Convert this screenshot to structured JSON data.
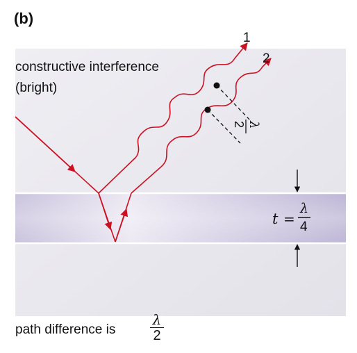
{
  "figure_label": "(b)",
  "caption": {
    "line1": "constructive interference",
    "line2": "(bright)"
  },
  "rays": {
    "ray1_label": "1",
    "ray2_label": "2",
    "ray_color": "#cc1122"
  },
  "thickness": {
    "var": "t",
    "equals": "=",
    "numerator": "λ",
    "denominator": "4"
  },
  "wave_offset": {
    "numerator": "λ",
    "denominator": "2"
  },
  "path_difference": {
    "text": "path difference is",
    "numerator": "λ",
    "denominator": "2"
  },
  "colors": {
    "background_panel": "#e8e6ee",
    "film": "#c8c2dc"
  }
}
